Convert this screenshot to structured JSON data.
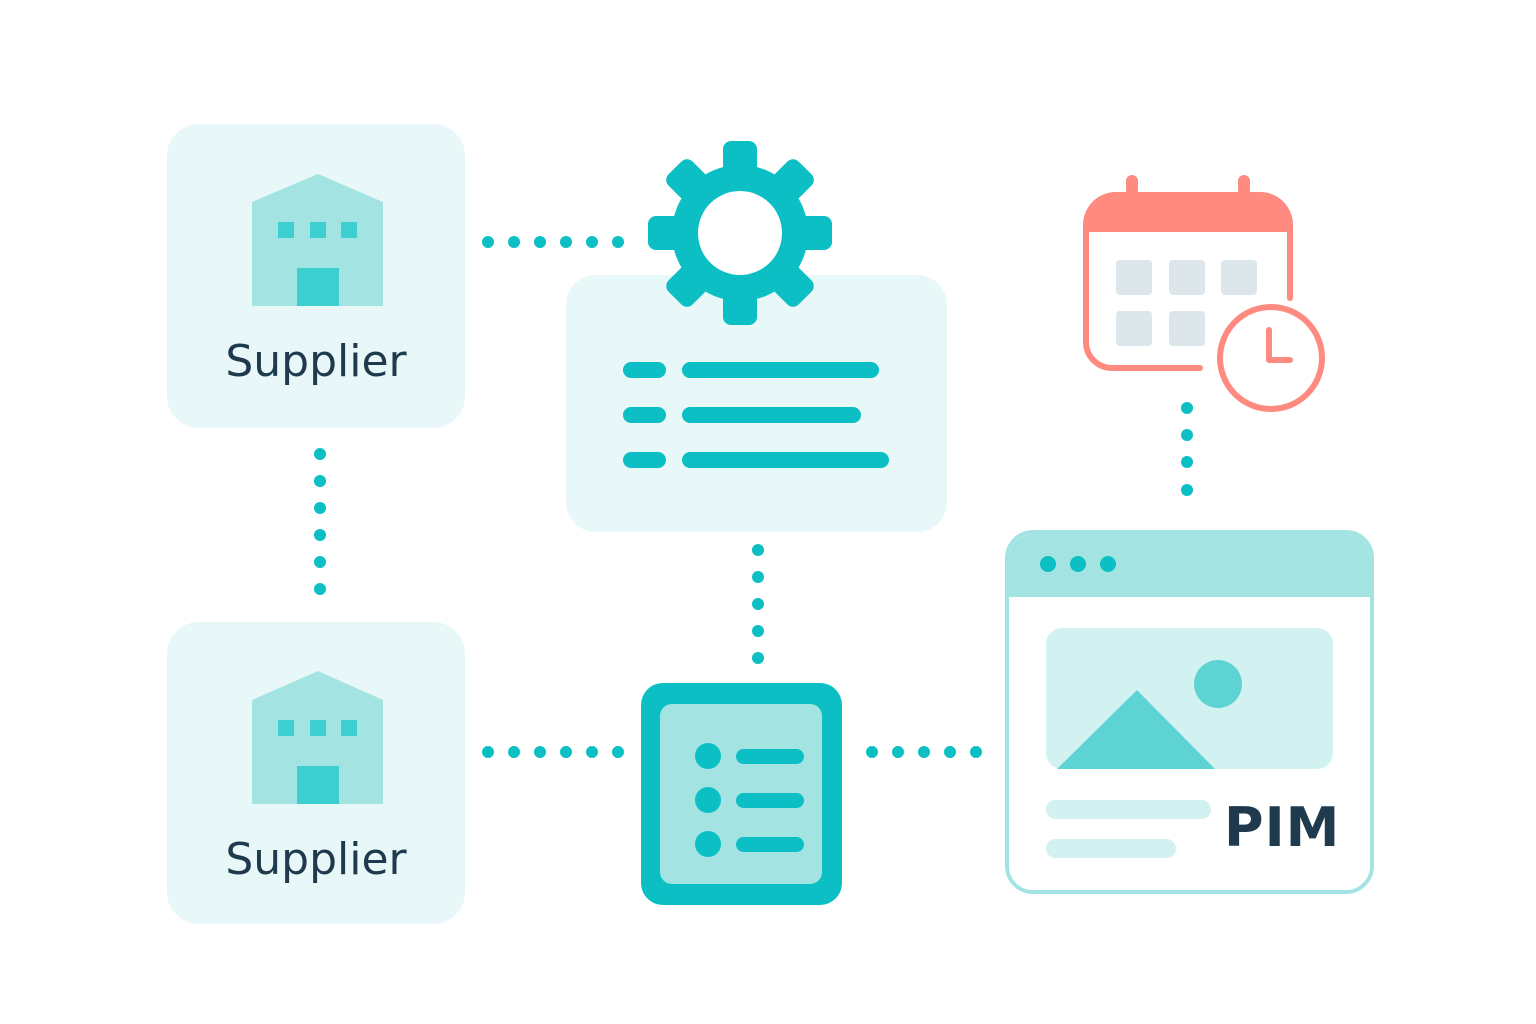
{
  "diagram": {
    "nodes": {
      "supplier_top": {
        "label": "Supplier",
        "icon": "warehouse-icon"
      },
      "supplier_bottom": {
        "label": "Supplier",
        "icon": "warehouse-icon"
      },
      "config_panel": {
        "icon": "gear-icon",
        "content": "settings-list-icon"
      },
      "checklist": {
        "icon": "checklist-icon"
      },
      "schedule": {
        "icon": "calendar-clock-icon"
      },
      "pim": {
        "label": "PIM",
        "icon": "image-icon"
      }
    },
    "connections": [
      {
        "from": "supplier_top",
        "to": "config_panel",
        "style": "dotted"
      },
      {
        "from": "supplier_top",
        "to": "supplier_bottom",
        "style": "dotted"
      },
      {
        "from": "supplier_bottom",
        "to": "checklist",
        "style": "dotted"
      },
      {
        "from": "config_panel",
        "to": "checklist",
        "style": "dotted"
      },
      {
        "from": "checklist",
        "to": "pim",
        "style": "dotted"
      },
      {
        "from": "schedule",
        "to": "pim",
        "style": "dotted"
      }
    ]
  },
  "colors": {
    "teal": "#0bbfc4",
    "teal_light": "#a3e4e3",
    "teal_mid": "#3ccfcf",
    "panel_bg": "#e8f7f7",
    "coral": "#ff8a80",
    "gray_cell": "#dde6ea",
    "text_dark": "#1f3a4d"
  }
}
